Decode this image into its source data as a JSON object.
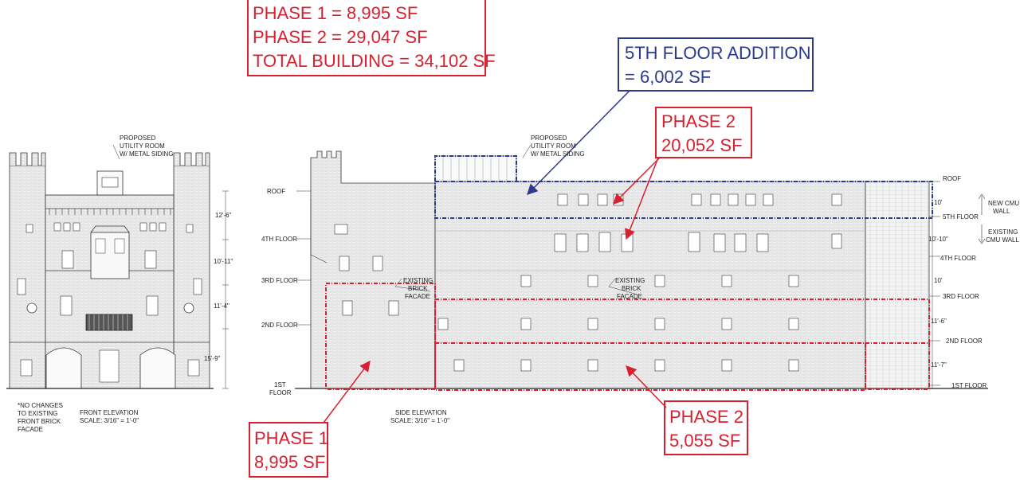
{
  "colors": {
    "phase": "#d8202f",
    "addition": "#2b3a8f",
    "line": "#222222",
    "brick": "#eeeeee"
  },
  "summary": {
    "line1": "PHASE 1 = 8,995 SF",
    "line2": "PHASE 2 = 29,047 SF",
    "line3": "TOTAL BUILDING = 34,102 SF"
  },
  "addition": {
    "line1": "5TH FLOOR ADDITION",
    "line2": "= 6,002 SF"
  },
  "callouts": {
    "phase2_upper": {
      "line1": "PHASE 2",
      "line2": "20,052 SF"
    },
    "phase2_lower": {
      "line1": "PHASE 2",
      "line2": "5,055 SF"
    },
    "phase1": {
      "line1": "PHASE 1",
      "line2": "8,995 SF"
    }
  },
  "front": {
    "utility": [
      "PROPOSED",
      "UTILITY ROOM",
      "W/ METAL SIDING"
    ],
    "dims": [
      "12'-6\"",
      "10'-11\"",
      "11'-4\"",
      "15'-9\""
    ],
    "note": [
      "*NO CHANGES",
      "TO EXISTING",
      "FRONT BRICK",
      "FACADE"
    ],
    "title": "FRONT ELEVATION",
    "scale": "SCALE: 3/16\" = 1'-0\""
  },
  "side": {
    "utility": [
      "PROPOSED",
      "UTILITY ROOM",
      "W/ METAL SIDING"
    ],
    "floors_left": [
      "ROOF",
      "4TH FLOOR",
      "3RD FLOOR",
      "2ND FLOOR",
      "1ST",
      "FLOOR"
    ],
    "floors_right": [
      "ROOF",
      "5TH FLOOR",
      "4TH FLOOR",
      "3RD FLOOR",
      "2ND FLOOR",
      "1ST FLOOR"
    ],
    "dims_right": [
      "10'",
      "10'-10\"",
      "10'",
      "11'-6\"",
      "11'-7\""
    ],
    "wall_new": [
      "NEW CMU",
      "WALL"
    ],
    "wall_existing": [
      "EXISTING",
      "CMU WALL"
    ],
    "brick_a": [
      "EXISTING",
      "BRICK",
      "FACADE"
    ],
    "brick_b": [
      "EXISTING",
      "BRICK",
      "FACADE"
    ],
    "title": "SIDE ELEVATION",
    "scale": "SCALE: 3/16\" = 1'-0\""
  }
}
